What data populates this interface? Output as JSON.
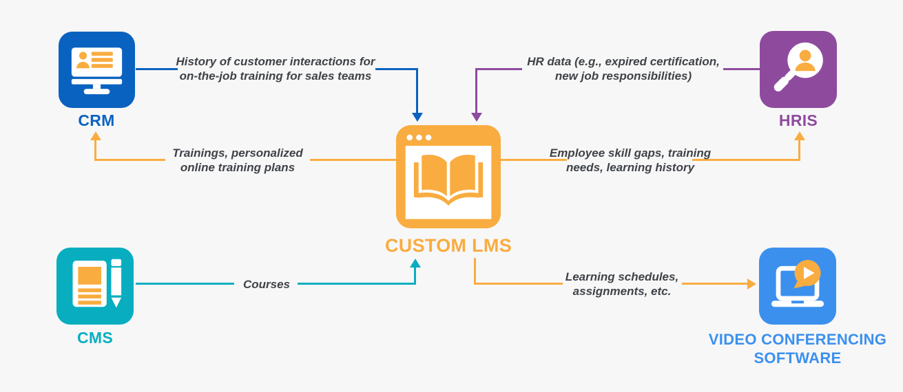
{
  "title": "Custom LMS integration diagram",
  "theme": {
    "bg": "#f7f7f8",
    "text": "#3f4347",
    "crm": "#0a62c0",
    "hris": "#8e4b9e",
    "lms": "#f9ac3f",
    "cms": "#08aec0",
    "video": "#3b90ee"
  },
  "nodes": {
    "crm": {
      "label": "CRM"
    },
    "hris": {
      "label": "HRIS"
    },
    "lms": {
      "label": "CUSTOM LMS"
    },
    "cms": {
      "label": "CMS"
    },
    "video": {
      "lines": [
        "VIDEO CONFERENCING",
        "SOFTWARE"
      ]
    }
  },
  "connectors": [
    {
      "from": "CRM",
      "to": "Custom LMS",
      "lines": [
        "History of customer interactions for",
        "on-the-job training for sales teams"
      ]
    },
    {
      "from": "HRIS",
      "to": "Custom LMS",
      "lines": [
        "HR data (e.g., expired certification,",
        "new job responsibilities)"
      ]
    },
    {
      "from": "Custom LMS",
      "to": "CRM",
      "lines": [
        "Trainings, personalized",
        "online training plans"
      ]
    },
    {
      "from": "Custom LMS",
      "to": "HRIS",
      "lines": [
        "Employee skill gaps, training",
        "needs, learning history"
      ]
    },
    {
      "from": "CMS",
      "to": "Custom LMS",
      "lines": [
        "Courses"
      ]
    },
    {
      "from": "Custom LMS",
      "to": "Video conferencing software",
      "lines": [
        "Learning schedules,",
        "assignments, etc."
      ]
    }
  ]
}
